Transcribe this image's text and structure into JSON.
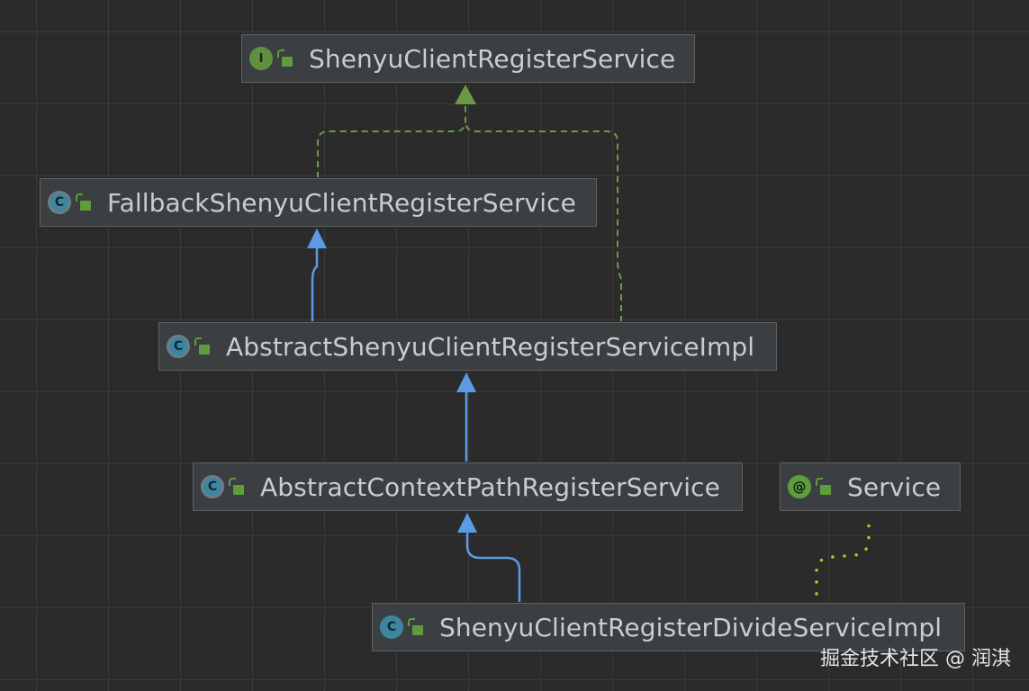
{
  "colors": {
    "implements_edge": "#6a9a45",
    "extends_edge": "#5b9be6",
    "annotation_edge": "#a5c82a",
    "node_bg": "#3c3f41",
    "canvas_bg": "#2b2b2b"
  },
  "nodes": [
    {
      "id": "n1",
      "kind": "interface",
      "icon": "interface-icon",
      "badge": "I",
      "label": "ShenyuClientRegisterService"
    },
    {
      "id": "n2",
      "kind": "abstract",
      "icon": "abstract-class-icon",
      "badge": "C",
      "label": "FallbackShenyuClientRegisterService"
    },
    {
      "id": "n3",
      "kind": "abstract",
      "icon": "abstract-class-icon",
      "badge": "C",
      "label": "AbstractShenyuClientRegisterServiceImpl"
    },
    {
      "id": "n4",
      "kind": "abstract",
      "icon": "abstract-class-icon",
      "badge": "C",
      "label": "AbstractContextPathRegisterService"
    },
    {
      "id": "n5",
      "kind": "annotation",
      "icon": "annotation-icon",
      "badge": "@",
      "label": "Service"
    },
    {
      "id": "n6",
      "kind": "class",
      "icon": "class-icon",
      "badge": "C",
      "label": "ShenyuClientRegisterDivideServiceImpl"
    }
  ],
  "edges": [
    {
      "from": "n2",
      "to": "n1",
      "type": "implements"
    },
    {
      "from": "n3",
      "to": "n1",
      "type": "implements"
    },
    {
      "from": "n3",
      "to": "n2",
      "type": "extends"
    },
    {
      "from": "n4",
      "to": "n3",
      "type": "extends"
    },
    {
      "from": "n6",
      "to": "n4",
      "type": "extends"
    },
    {
      "from": "n6",
      "to": "n5",
      "type": "annotated-by"
    }
  ],
  "watermark": "掘金技术社区 @ 润淇"
}
